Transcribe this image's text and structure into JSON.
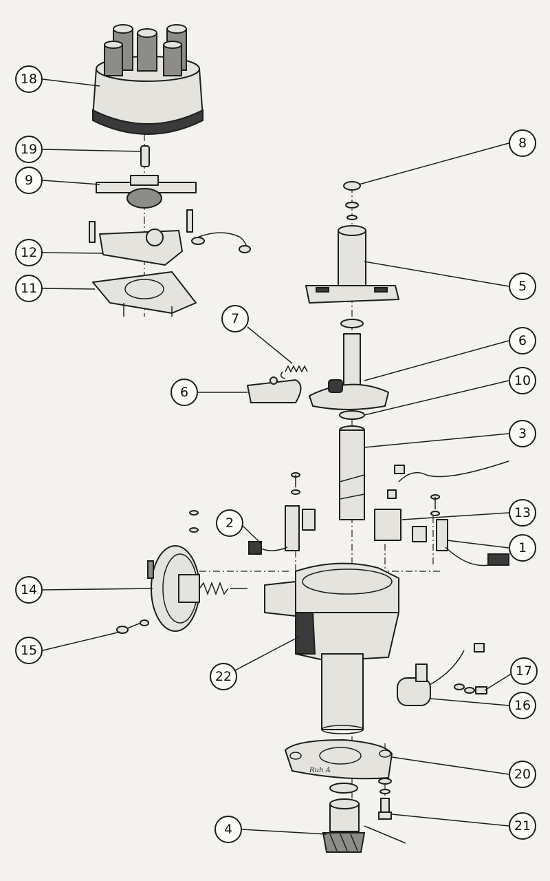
{
  "callouts": [
    {
      "id": "c18",
      "label": "18"
    },
    {
      "id": "c19",
      "label": "19"
    },
    {
      "id": "c9",
      "label": "9"
    },
    {
      "id": "c12",
      "label": "12"
    },
    {
      "id": "c11",
      "label": "11"
    },
    {
      "id": "c8",
      "label": "8"
    },
    {
      "id": "c5",
      "label": "5"
    },
    {
      "id": "c7",
      "label": "7"
    },
    {
      "id": "c6a",
      "label": "6"
    },
    {
      "id": "c6b",
      "label": "6"
    },
    {
      "id": "c10",
      "label": "10"
    },
    {
      "id": "c3",
      "label": "3"
    },
    {
      "id": "c2",
      "label": "2"
    },
    {
      "id": "c13",
      "label": "13"
    },
    {
      "id": "c1",
      "label": "1"
    },
    {
      "id": "c14",
      "label": "14"
    },
    {
      "id": "c15",
      "label": "15"
    },
    {
      "id": "c22",
      "label": "22"
    },
    {
      "id": "c17",
      "label": "17"
    },
    {
      "id": "c16",
      "label": "16"
    },
    {
      "id": "c20",
      "label": "20"
    },
    {
      "id": "c4",
      "label": "4"
    },
    {
      "id": "c21",
      "label": "21"
    }
  ],
  "colors": {
    "ink": "#1c1c1c",
    "paper": "#f3f2ee",
    "part": "#e4e3de"
  },
  "plate_stamp": "Ruh A"
}
